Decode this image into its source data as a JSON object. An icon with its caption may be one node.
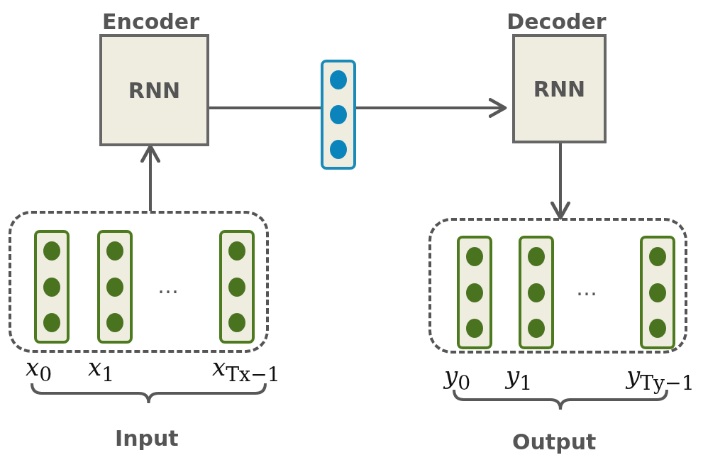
{
  "diagram": {
    "nodes": [
      {
        "text": [
          "Encoder",
          "RNN"
        ]
      },
      {
        "text": [],
        "shape": "bar"
      },
      {
        "text": [
          "Decoder",
          "RNN"
        ]
      },
      {
        "text": [],
        "shape": "box"
      },
      {
        "text": [],
        "shape": "bar",
        "in": 3,
        "beside": [
          "*x*$_{0}$"
        ]
      },
      {
        "text": [],
        "shape": "bar",
        "in": 3,
        "beside": [
          "*x*$_{1}$"
        ]
      },
      {
        "text": [],
        "shape": "bar",
        "in": 3,
        "beside": [
          "*x*$_{Tx−1}$"
        ]
      },
      {
        "text": [],
        "shape": "box"
      },
      {
        "text": [],
        "shape": "bar",
        "in": 7,
        "beside": [
          "*y*$_{0}$"
        ]
      },
      {
        "text": [],
        "shape": "bar",
        "in": 7,
        "beside": [
          "*y*$_{1}$"
        ]
      },
      {
        "text": [],
        "shape": "bar",
        "in": 7,
        "beside": [
          "*y*$_{Ty−1}$"
        ]
      }
    ],
    "edges": [
      {
        "from": 3,
        "to": 0,
        "arrow": "to"
      },
      {
        "from": 0,
        "to": 1,
        "arrow": "none"
      },
      {
        "from": 1,
        "to": 2,
        "arrow": "to"
      },
      {
        "from": 2,
        "to": 7,
        "arrow": "to"
      }
    ],
    "labels": [
      "…",
      "Input",
      "…",
      "Output"
    ]
  }
}
